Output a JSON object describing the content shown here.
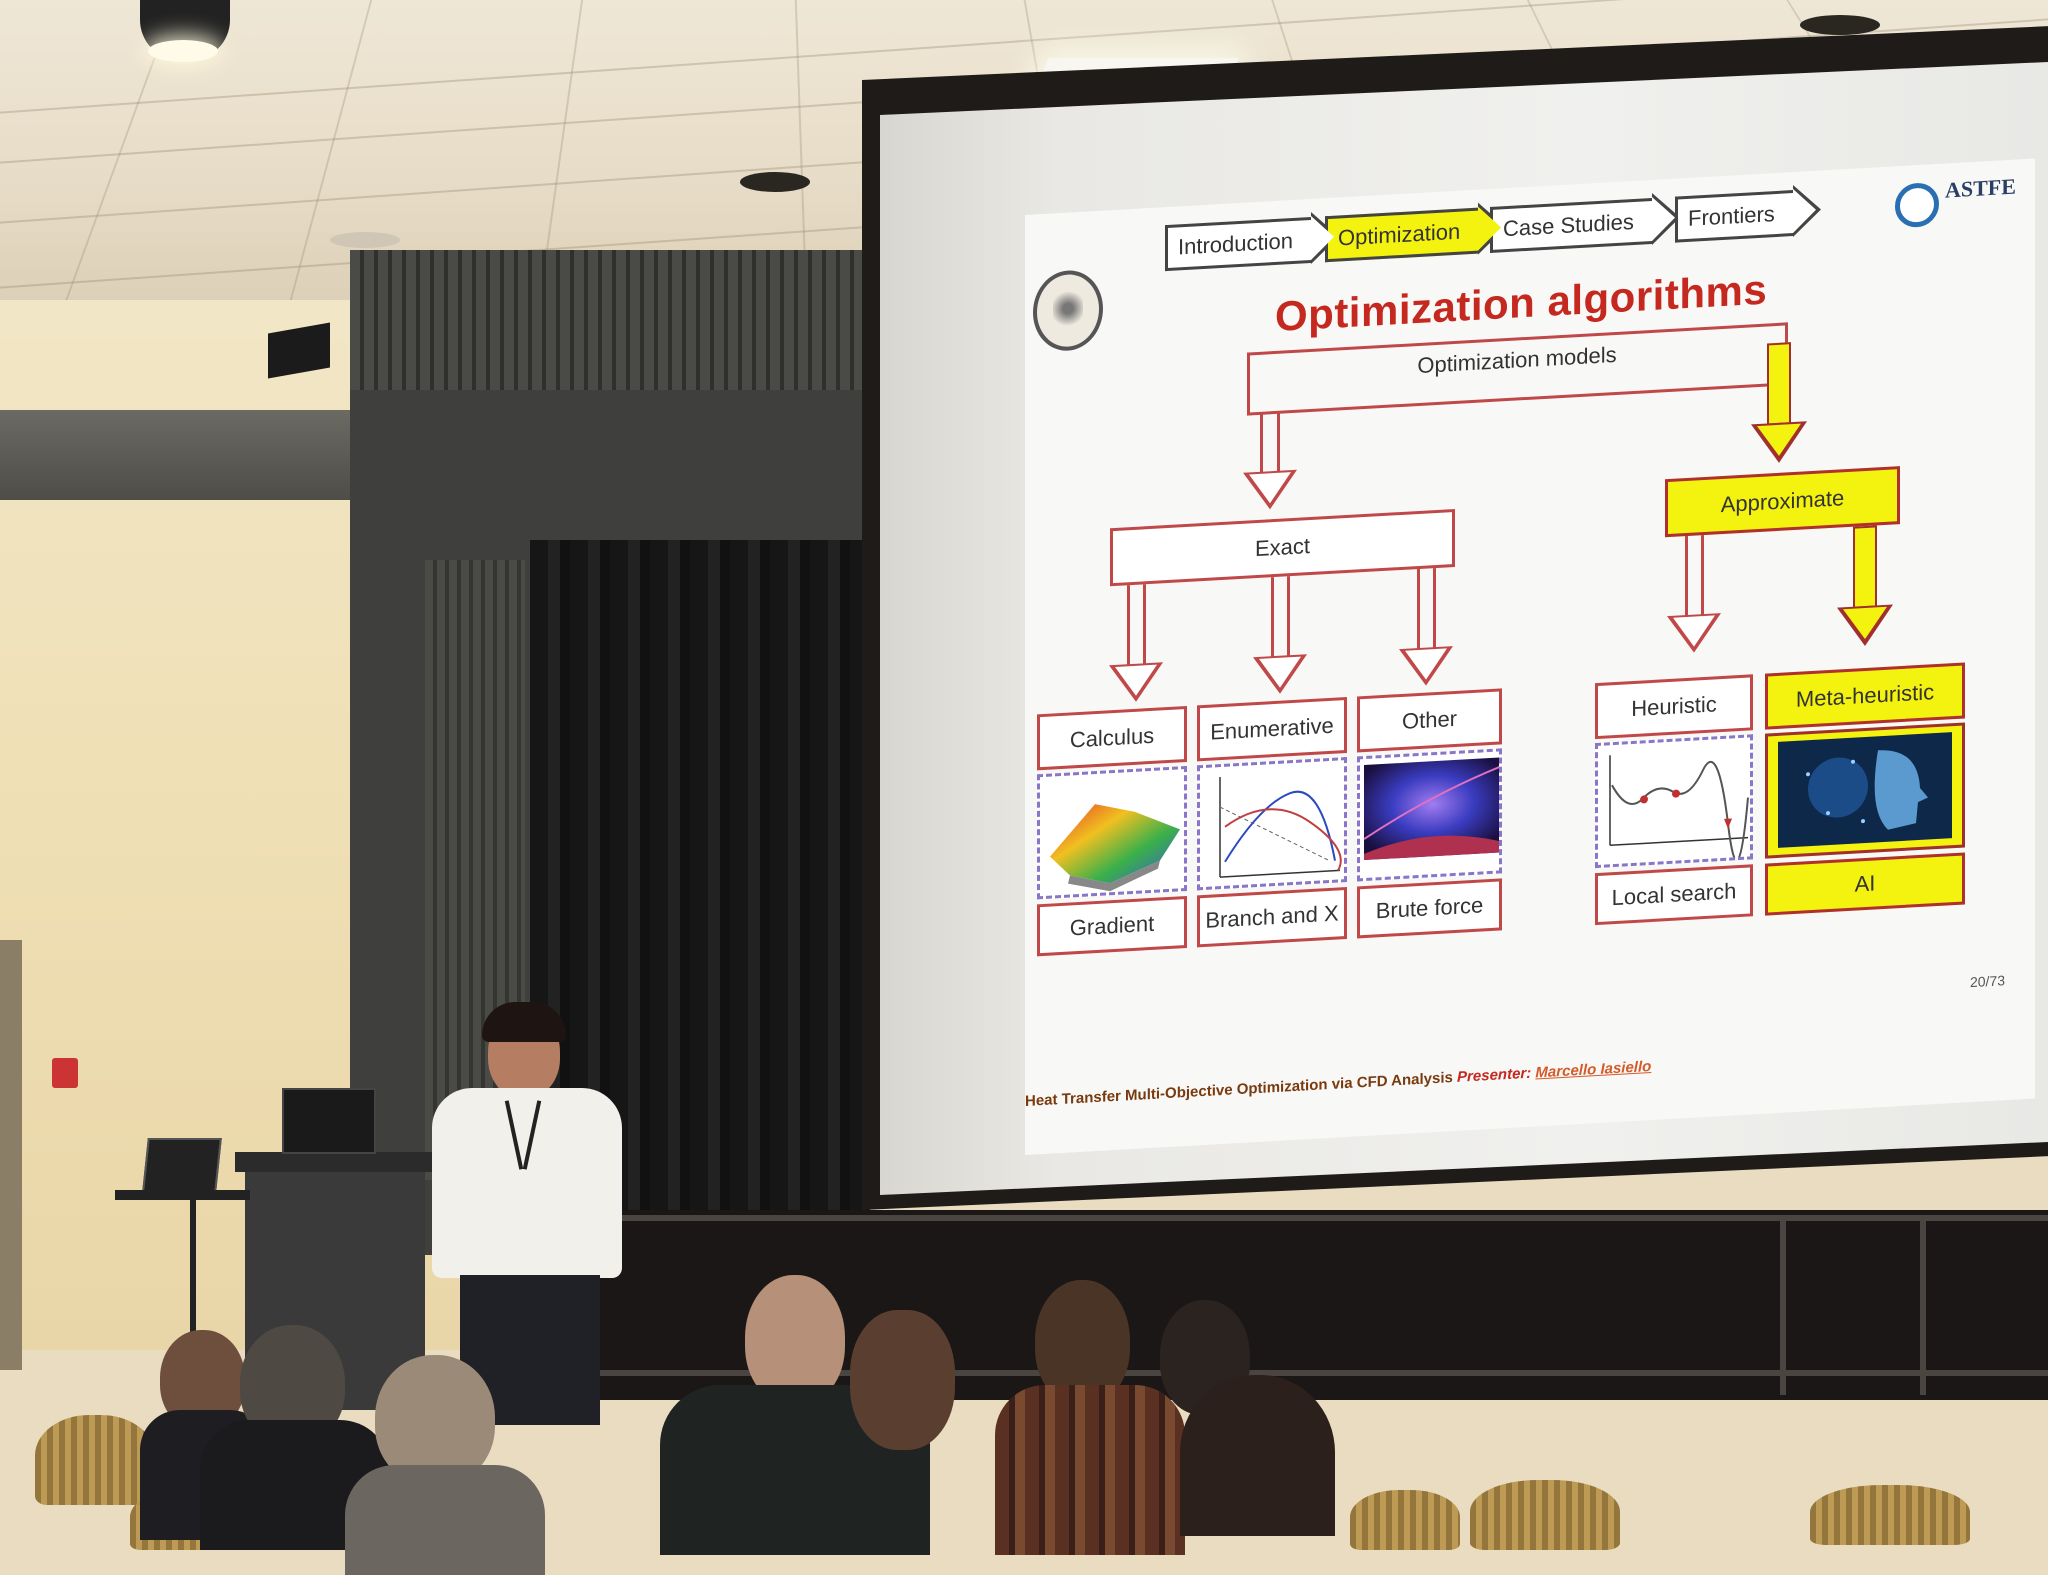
{
  "slide": {
    "nav": [
      {
        "label": "Introduction",
        "active": false
      },
      {
        "label": "Optimization",
        "active": true
      },
      {
        "label": "Case Studies",
        "active": false
      },
      {
        "label": "Frontiers",
        "active": false
      }
    ],
    "logo": {
      "name": "ASTFE"
    },
    "title": "Optimization algorithms",
    "root": "Optimization models",
    "exact": "Exact",
    "approximate": "Approximate",
    "methods": {
      "calculus": "Calculus",
      "enumerative": "Enumerative",
      "other": "Other",
      "heuristic": "Heuristic",
      "meta_heuristic": "Meta-heuristic"
    },
    "techniques": {
      "gradient": "Gradient",
      "branch": "Branch and X",
      "brute": "Brute force",
      "local": "Local search",
      "ai": "AI"
    },
    "footer": {
      "title": "Heat Transfer Multi-Objective Optimization via CFD Analysis",
      "presenter_label": "Presenter:",
      "presenter_name": "Marcello Iasiello"
    },
    "page": "20/73"
  },
  "colors": {
    "accent_red": "#c5281f",
    "highlight_yellow": "#f4f20f",
    "box_border": "#c04848"
  }
}
